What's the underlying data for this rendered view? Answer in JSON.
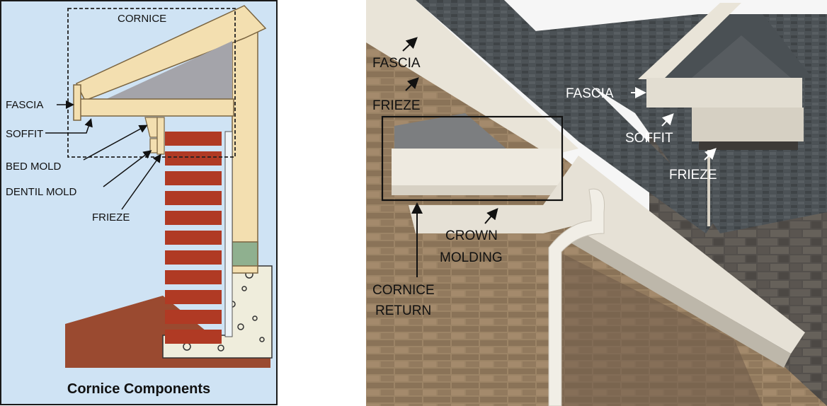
{
  "diagram": {
    "cornice_label": "CORNICE",
    "labels": {
      "fascia": "FASCIA",
      "soffit": "SOFFIT",
      "bed_mold": "BED MOLD",
      "dentil_mold": "DENTIL MOLD",
      "frieze": "FRIEZE"
    },
    "caption": "Cornice Components"
  },
  "photo": {
    "labels": {
      "fascia_left": "FASCIA",
      "frieze_left": "FRIEZE",
      "fascia_right": "FASCIA",
      "soffit_right": "SOFFIT",
      "frieze_right": "FRIEZE",
      "crown_line1": "CROWN",
      "crown_line2": "MOLDING",
      "return_line1": "CORNICE",
      "return_line2": "RETURN"
    }
  },
  "colors": {
    "panel_bg": "#cfe3f4",
    "wood": "#f3dfb0",
    "wood_edge": "#7a6440",
    "brick": "#b03a24",
    "dirt": "#9a4a30",
    "concrete": "#efeddc",
    "roof": "#4a4f53",
    "brick_photo": "#9c8466",
    "stone": "#5e5a55",
    "trim": "#efeae0"
  }
}
